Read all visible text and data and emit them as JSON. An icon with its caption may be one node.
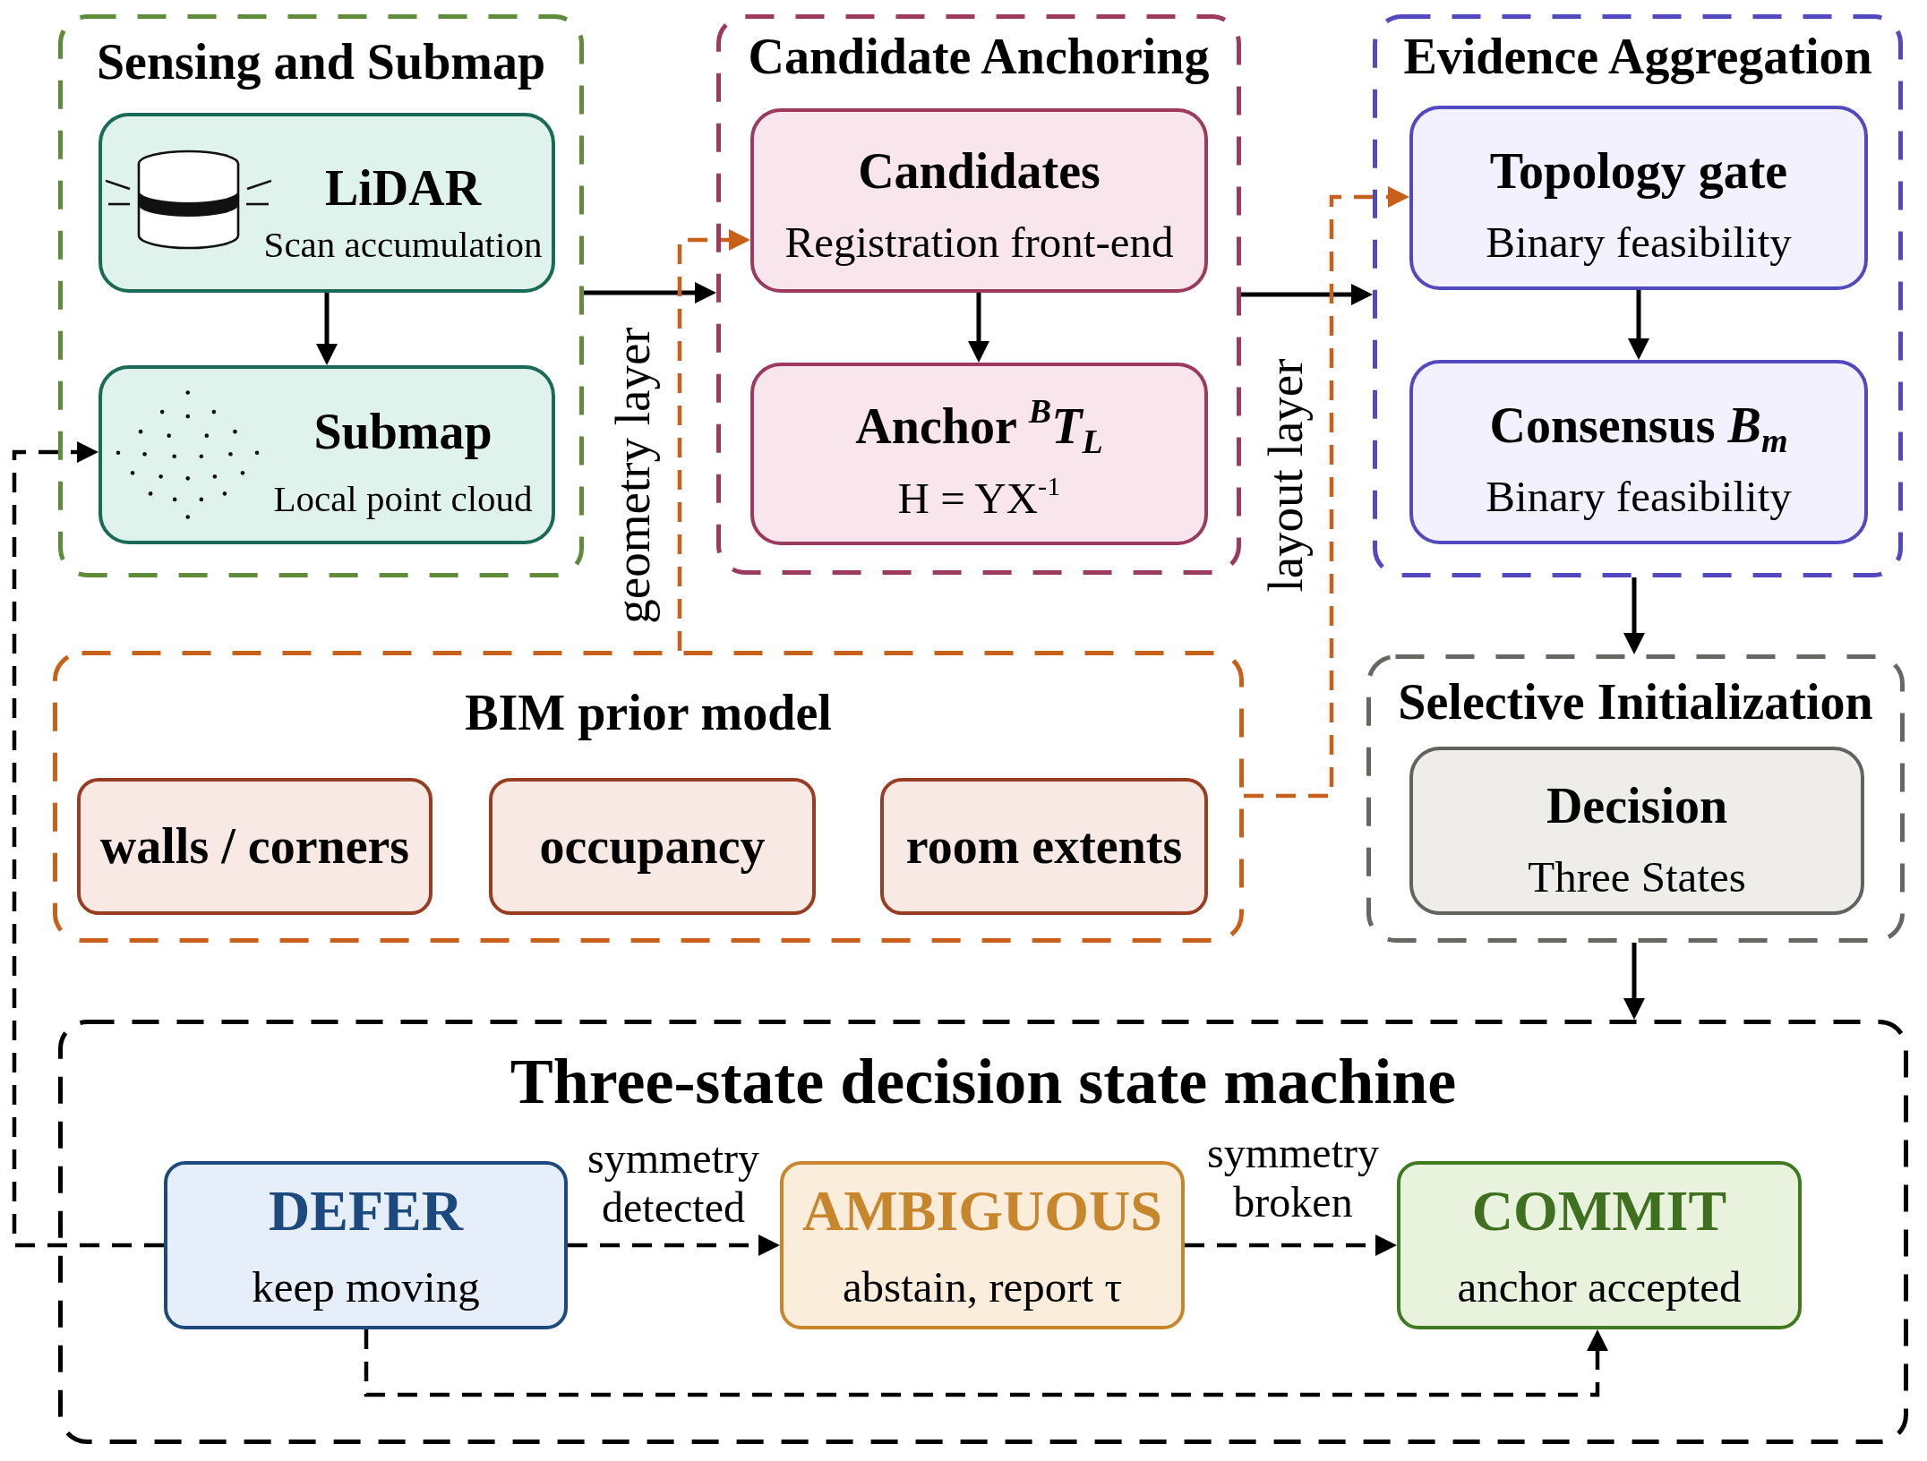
{
  "diagram": {
    "nodes": [
      {
        "text": [
          "Sensing and Submap"
        ]
      },
      {
        "text": [
          "LiDAR",
          "Scan accumulation"
        ],
        "in": 0
      },
      {
        "text": [
          "Submap",
          "Local point cloud"
        ],
        "in": 0
      },
      {
        "text": [
          "Candidate Anchoring"
        ]
      },
      {
        "text": [
          "Candidates",
          "Registration front-end"
        ],
        "in": 3
      },
      {
        "text": [
          "Anchor $^{B}$*T*$_{L}$",
          "H = YX$^{-1}$"
        ],
        "in": 3
      },
      {
        "text": [
          "Evidence Aggregation"
        ]
      },
      {
        "text": [
          "Topology gate",
          "Binary feasibility"
        ],
        "in": 6
      },
      {
        "text": [
          "Consensus *B*$_{m}$",
          "Binary feasibility"
        ],
        "in": 6
      },
      {
        "text": [
          "BIM prior model"
        ]
      },
      {
        "text": [
          "walls / corners"
        ],
        "in": 9
      },
      {
        "text": [
          "occupancy"
        ],
        "in": 9
      },
      {
        "text": [
          "room extents"
        ],
        "in": 9
      },
      {
        "text": [
          "Selective Initialization"
        ]
      },
      {
        "text": [
          "Decision",
          "Three States"
        ],
        "in": 13
      },
      {
        "text": [
          "Three-state decision state machine"
        ]
      },
      {
        "text": [
          "DEFER",
          "keep moving"
        ],
        "in": 15
      },
      {
        "text": [
          "AMBIGUOUS",
          "abstain, report τ"
        ],
        "in": 15
      },
      {
        "text": [
          "COMMIT",
          "anchor accepted"
        ],
        "in": 15
      }
    ],
    "edges": [
      {
        "from": 1,
        "to": 2,
        "arrow": "to"
      },
      {
        "from": 0,
        "to": 3,
        "arrow": "to"
      },
      {
        "from": 4,
        "to": 5,
        "arrow": "to"
      },
      {
        "from": 3,
        "to": 6,
        "arrow": "to"
      },
      {
        "from": 7,
        "to": 8,
        "arrow": "to"
      },
      {
        "from": 6,
        "to": 13,
        "arrow": "to"
      },
      {
        "from": 13,
        "to": 15,
        "arrow": "to"
      },
      {
        "from": 9,
        "to": 4,
        "arrow": "to",
        "label": "geometry layer",
        "style": "dashed",
        "color": "#c8601a"
      },
      {
        "from": 9,
        "to": 7,
        "arrow": "to",
        "label": "layout layer",
        "style": "dashed",
        "color": "#c8601a"
      },
      {
        "from": 16,
        "to": 17,
        "arrow": "to",
        "label": "symmetry detected",
        "style": "dashed"
      },
      {
        "from": 17,
        "to": 18,
        "arrow": "to",
        "label": "symmetry broken",
        "style": "dashed"
      },
      {
        "from": 16,
        "to": 18,
        "arrow": "to",
        "style": "dashed"
      },
      {
        "from": 16,
        "to": 2,
        "arrow": "to",
        "style": "dashed"
      }
    ]
  }
}
